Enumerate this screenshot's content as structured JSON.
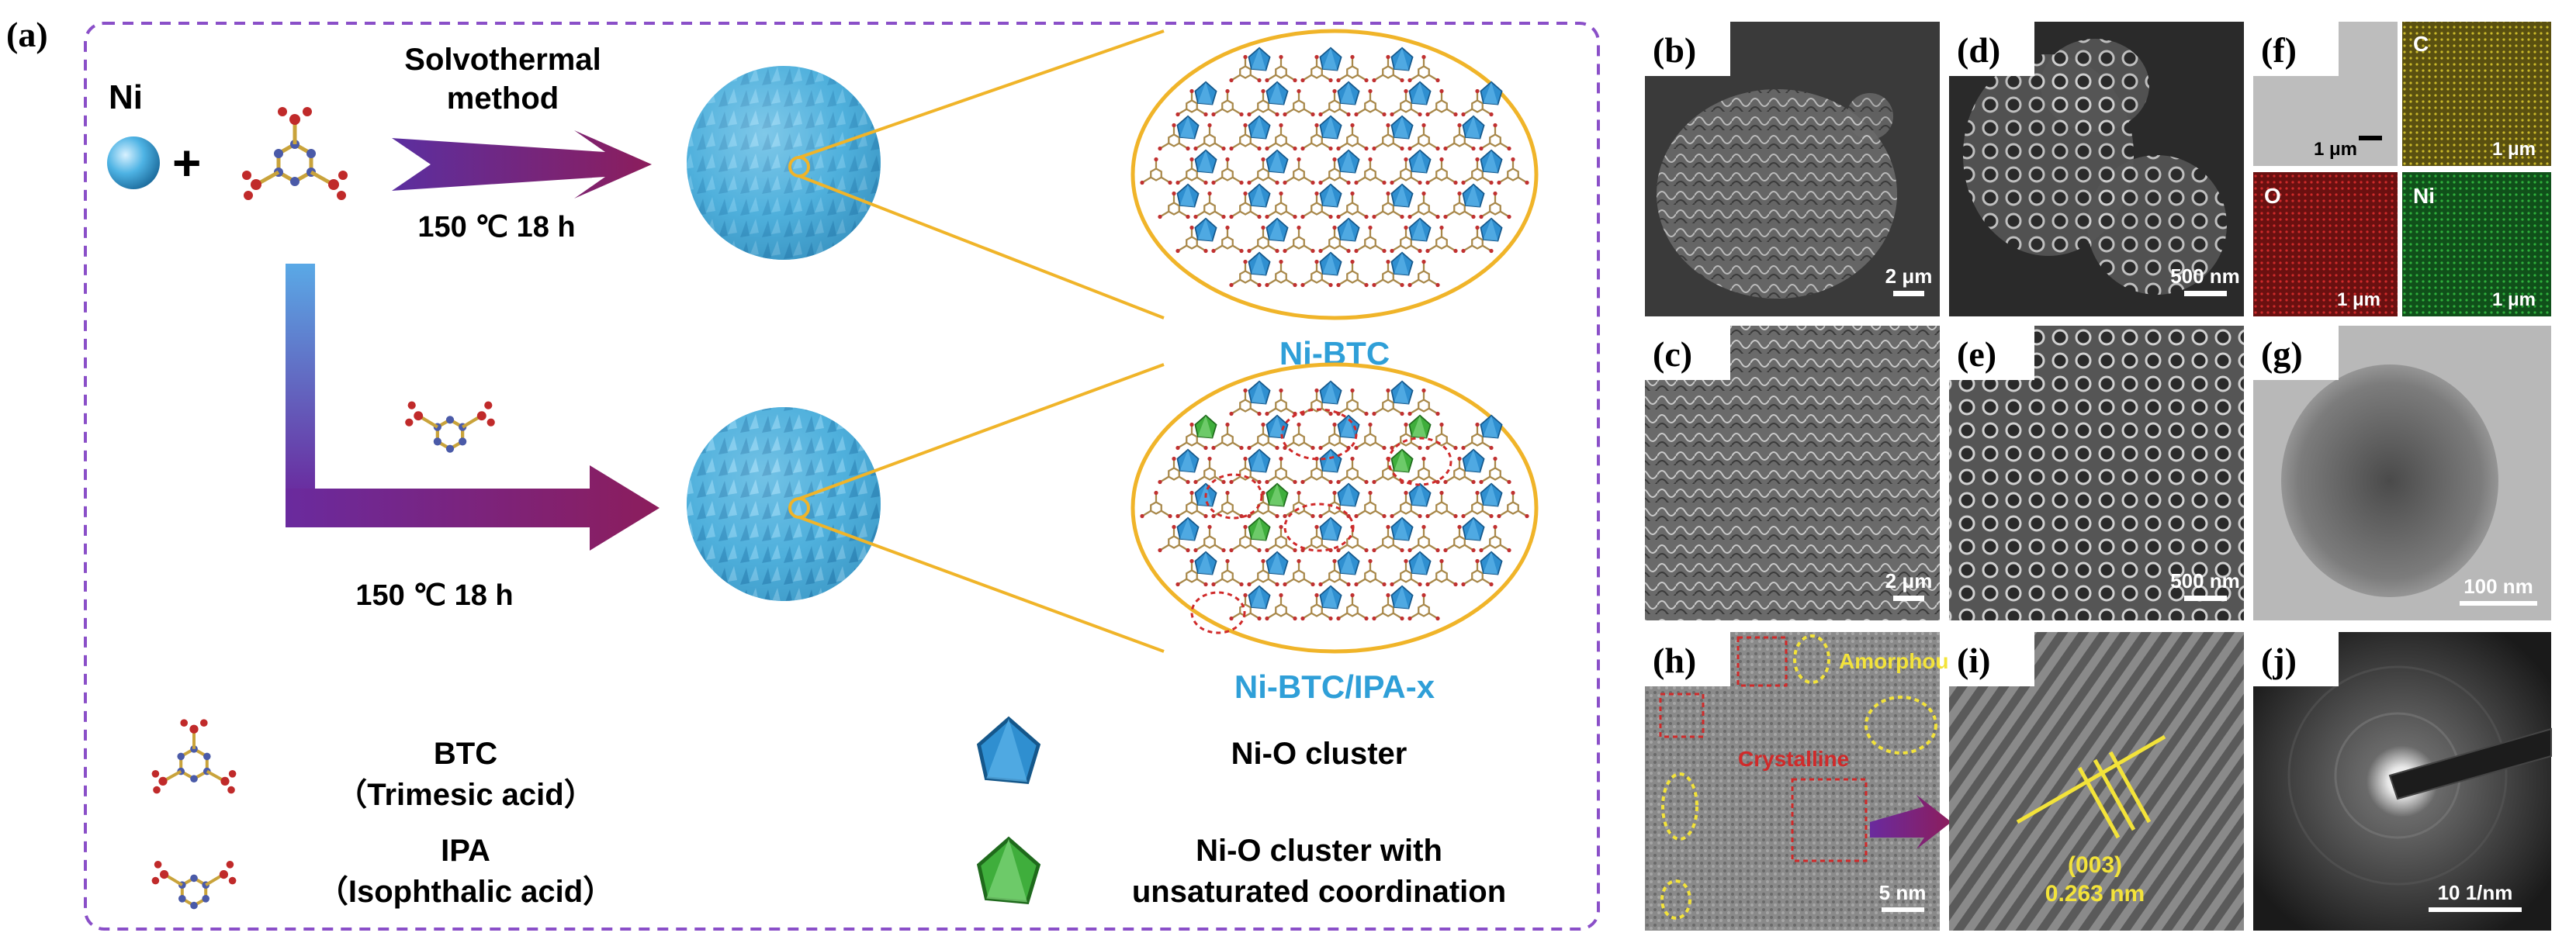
{
  "figure": {
    "panel_a": {
      "label": "(a)",
      "ni_label": "Ni",
      "plus": "+",
      "method_line1": "Solvothermal",
      "method_line2": "method",
      "cond_top": "150 ℃  18 h",
      "cond_bottom": "150 ℃  18 h",
      "product_top": "Ni-BTC",
      "product_bottom": "Ni-BTC/IPA-x",
      "legend": {
        "btc_name": "BTC",
        "btc_full": "（Trimesic acid）",
        "ipa_name": "IPA",
        "ipa_full": "（Isophthalic acid）",
        "nio_cluster": "Ni-O cluster",
        "nio_unsat_line1": "Ni-O cluster with",
        "nio_unsat_line2": "unsaturated coordination"
      },
      "colors": {
        "border": "#8a4fc8",
        "sphere": "#4fb3df",
        "ellipse": "#f0b429",
        "cluster_blue": "#2f8fd0",
        "cluster_green": "#3fae3c",
        "arrow_start": "#5a2a9a",
        "arrow_end": "#8a1a5a"
      }
    },
    "panels": {
      "b": {
        "label": "(b)",
        "scale": "2 μm"
      },
      "c": {
        "label": "(c)",
        "scale": "2 μm"
      },
      "d": {
        "label": "(d)",
        "scale": "500 nm"
      },
      "e": {
        "label": "(e)",
        "scale": "500 nm"
      },
      "f": {
        "label": "(f)",
        "scale_se": "1 μm",
        "scale_c": "1 μm",
        "scale_o": "1 μm",
        "scale_ni": "1 μm",
        "map_c": "C",
        "map_o": "O",
        "map_ni": "Ni"
      },
      "g": {
        "label": "(g)",
        "scale": "100 nm"
      },
      "h": {
        "label": "(h)",
        "scale": "5 nm",
        "amorphous": "Amorphous",
        "crystalline": "Crystalline"
      },
      "i": {
        "label": "(i)",
        "plane": "(003)",
        "spacing": "0.263 nm"
      },
      "j": {
        "label": "(j)",
        "scale": "10 1/nm"
      }
    }
  }
}
